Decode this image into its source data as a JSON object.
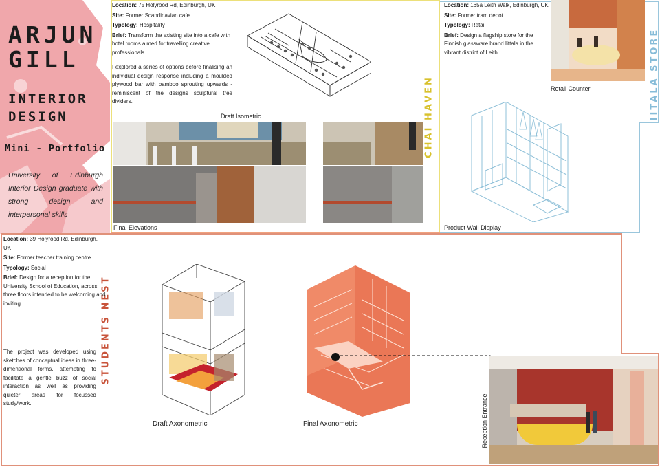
{
  "cover": {
    "first_name": "ARJUN",
    "last_name": "GILL",
    "line1": "INTERIOR",
    "line2": "DESIGN",
    "mini": "Mini - Portfolio",
    "tagline": "University of Edinburgh Interior Design graduate with strong design and interpersonal skills"
  },
  "chai": {
    "title": "CHAI HAVEN",
    "location_label": "Location:",
    "location": " 75 Holyrood Rd, Edinburgh, UK",
    "site_label": "Site:",
    "site": " Former Scandinavian cafe",
    "typology_label": "Typology:",
    "typology": " Hospitality",
    "brief_label": "Brief:",
    "brief": " Transform the existing site into a cafe with hotel rooms aimed for travelling creative professionals.",
    "body": "I explored a series of options before finalising an individual design response including a moulded plywood bar with bamboo sprouting upwards - reminiscent of the designs sculptural tree dividers.",
    "cap_iso": "Draft Isometric",
    "cap_elev": "Final Elevations"
  },
  "iitala": {
    "title": "IITALA STORE",
    "location_label": "Location:",
    "location": " 165a Leith Walk, Edinburgh, UK",
    "site_label": "Site:",
    "site": " Former tram depot",
    "typology_label": "Typology:",
    "typology": " Retail",
    "brief_label": "Brief:",
    "brief": " Design a flagship store for the Finnish glassware brand Iittala in the vibrant district of Leith.",
    "cap_counter": "Retail Counter",
    "cap_wall": "Product Wall Display"
  },
  "students": {
    "title": "STUDENTS NEST",
    "location_label": "Location:",
    "location": " 39 Holyrood Rd, Edinburgh, UK",
    "site_label": "Site:",
    "site": " Former teacher training centre",
    "typology_label": "Typology:",
    "typology": " Social",
    "brief_label": "Brief:",
    "brief": " Design for a reception for the University School of Education, across three floors intended to be welcoming and inviting.",
    "body": "The project was developed using sketches of conceptual ideas in three-dimentional forms, attempting to facilitate a gentle buzz of social interaction as well as providing quieter areas for focussed study/work.",
    "cap_draft": "Draft Axonometric",
    "cap_final": "Final Axonometric",
    "cap_reception": "Reception Entrance"
  },
  "colors": {
    "pink": "#f0a7ab",
    "yellow": "#ece07a",
    "blue": "#9ac6dc",
    "salmon": "#e0917a",
    "orange": "#ea7756"
  }
}
